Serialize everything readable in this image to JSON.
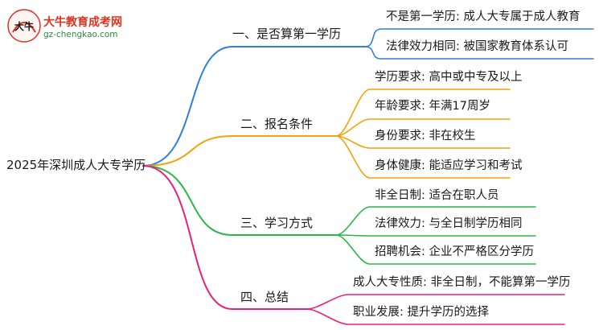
{
  "logo": {
    "title": "大牛教育成考网",
    "url": "gz-chengkao.com",
    "mark_text": "大牛"
  },
  "root": {
    "label": "2025年深圳成人大专学历"
  },
  "branches": [
    {
      "label": "一、是否算第一学历",
      "color": "#2f7fe0",
      "leaves": [
        {
          "label": "不是第一学历: 成人大专属于成人教育"
        },
        {
          "label": "法律效力相同: 被国家教育体系认可"
        }
      ]
    },
    {
      "label": "二、报名条件",
      "color": "#f0a30a",
      "leaves": [
        {
          "label": "学历要求: 高中或中专及以上"
        },
        {
          "label": "年龄要求: 年满17周岁"
        },
        {
          "label": "身份要求: 非在校生"
        },
        {
          "label": "身体健康: 能适应学习和考试"
        }
      ]
    },
    {
      "label": "三、学习方式",
      "color": "#29b84a",
      "leaves": [
        {
          "label": "非全日制: 适合在职人员"
        },
        {
          "label": "法律效力: 与全日制学历相同"
        },
        {
          "label": "招聘机会: 企业不严格区分学历"
        }
      ]
    },
    {
      "label": "四、总结",
      "color": "#e8207f",
      "leaves": [
        {
          "label": "成人大专性质: 非全日制，不能算第一学历"
        },
        {
          "label": "职业发展: 提升学历的选择"
        }
      ]
    }
  ]
}
